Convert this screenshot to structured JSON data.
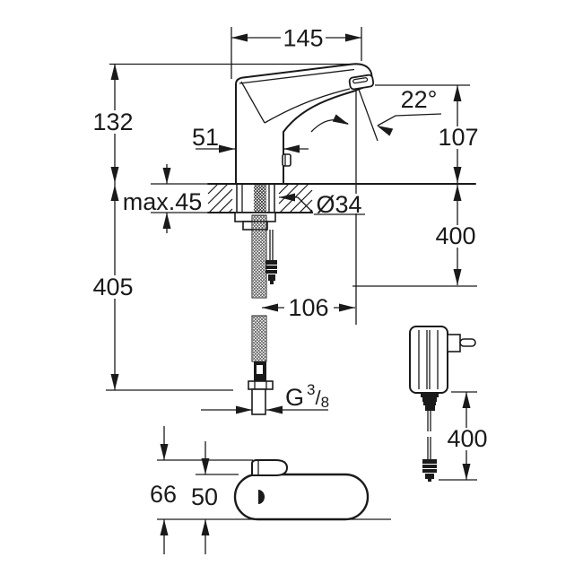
{
  "dims": {
    "spout_reach": "145",
    "body_height": "132",
    "lever_offset": "51",
    "spray_angle": "22°",
    "outlet_height": "107",
    "deck_thickness": "max.45",
    "hole_diameter": "Ø34",
    "conn_length": "400",
    "total_height": "405",
    "outlet_projection": "106",
    "thread_g": "G",
    "thread_num": "3",
    "thread_slash": "/",
    "thread_den": "8",
    "adapter_cable_length": "400",
    "base_depth_total": "66",
    "base_depth_body": "50"
  }
}
